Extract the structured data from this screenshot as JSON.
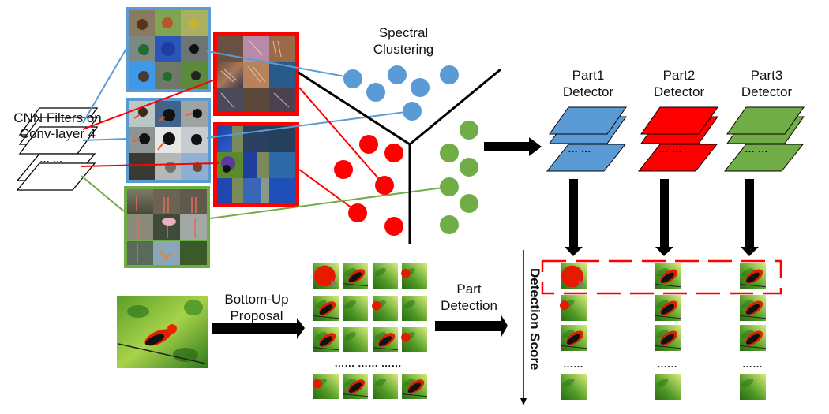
{
  "title": "Part detector learning and detection pipeline",
  "colors": {
    "blue": "#5b9bd5",
    "red": "#ff0000",
    "green": "#70ad47",
    "black": "#000000",
    "text": "#111111"
  },
  "labels": {
    "cnn_filters_line1": "CNN Filters on",
    "cnn_filters_line2": "Conv-layer 4",
    "filter_ellipsis": "… …",
    "spectral_line1": "Spectral",
    "spectral_line2": "Clustering",
    "bottom_up_line1": "Bottom-Up",
    "bottom_up_line2": "Proposal",
    "part_detection_line1": "Part",
    "part_detection_line2": "Detection",
    "detection_score": "Detection Score",
    "proposal_ellipsis": "…… …… ……",
    "column_ellipsis": "……"
  },
  "filter_groups": [
    {
      "name": "filter-group-1",
      "color": "blue",
      "description": "birds heads and beaks"
    },
    {
      "name": "filter-group-2",
      "color": "blue",
      "description": "oystercatcher beaks"
    },
    {
      "name": "filter-group-3",
      "color": "green",
      "description": "spoonbill legs"
    },
    {
      "name": "filter-group-4",
      "color": "red",
      "description": "bird wings"
    },
    {
      "name": "filter-group-5",
      "color": "red",
      "description": "blue bird bodies"
    }
  ],
  "clusters": {
    "blue_count": 6,
    "red_count": 6,
    "green_count": 6
  },
  "detectors": [
    {
      "line1": "Part1",
      "line2": "Detector",
      "color": "blue",
      "ellipsis": "… …"
    },
    {
      "line1": "Part2",
      "line2": "Detector",
      "color": "red",
      "ellipsis": "… …"
    },
    {
      "line1": "Part3",
      "line2": "Detector",
      "color": "green",
      "ellipsis": "… …"
    }
  ],
  "proposals": {
    "rows_shown": 4,
    "cols": 4
  },
  "detection_results": {
    "columns": 3,
    "rows_shown": 4,
    "top_highlight": "dashed red box around top-scoring detections"
  }
}
